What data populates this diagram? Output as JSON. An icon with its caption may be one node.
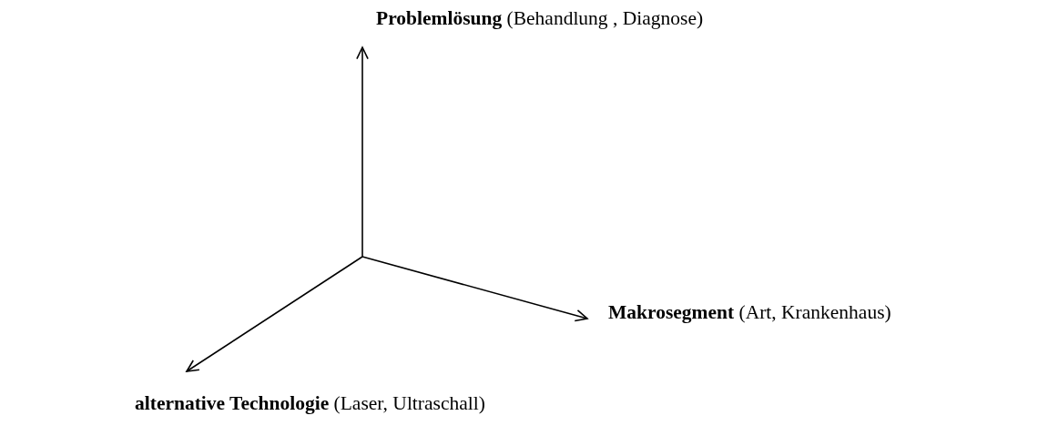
{
  "diagram": {
    "labels": [
      "**Problemlösung** (Behandlung , Diagnose)",
      "**Makrosegment** (Art, Krankenhaus)",
      "**alternative Technologie** (Laser, Ultraschall)"
    ]
  }
}
